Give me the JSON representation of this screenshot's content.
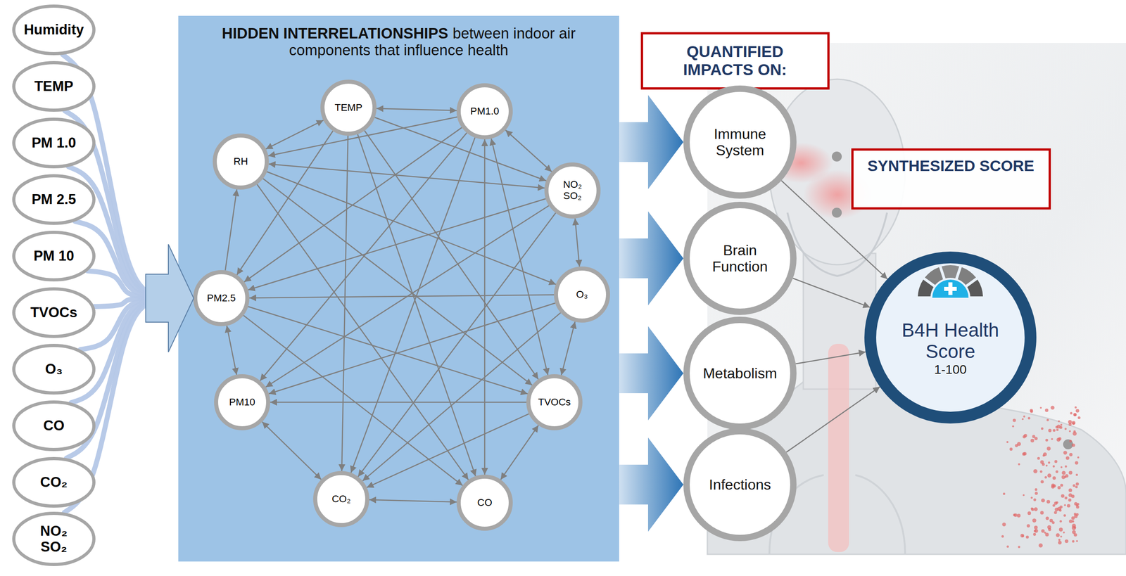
{
  "diagram": {
    "nodes": [
      {
        "text": [
          "Humidity"
        ]
      },
      {
        "text": [
          "TEMP"
        ]
      },
      {
        "text": [
          "PM 1.0"
        ]
      },
      {
        "text": [
          "PM 2.5"
        ]
      },
      {
        "text": [
          "PM 10"
        ]
      },
      {
        "text": [
          "TVOCs"
        ]
      },
      {
        "text": [
          "O₃"
        ]
      },
      {
        "text": [
          "CO"
        ]
      },
      {
        "text": [
          "CO₂"
        ]
      },
      {
        "text": [
          "NO₂ SO₂"
        ]
      },
      {
        "text": [
          "HIDDEN INTERRELATIONSHIPS",
          "between indoor air components that influence health"
        ]
      },
      {
        "text": [
          "TEMP"
        ],
        "in": 10
      },
      {
        "text": [
          "PM1.0"
        ],
        "in": 10
      },
      {
        "text": [
          "RH"
        ],
        "in": 10
      },
      {
        "text": [
          "NO₂ SO₂"
        ],
        "in": 10
      },
      {
        "text": [
          "PM2.5"
        ],
        "in": 10
      },
      {
        "text": [
          "O₃"
        ],
        "in": 10
      },
      {
        "text": [
          "PM10"
        ],
        "in": 10
      },
      {
        "text": [
          "TVOCs"
        ],
        "in": 10
      },
      {
        "text": [
          "CO₂"
        ],
        "in": 10
      },
      {
        "text": [
          "CO"
        ],
        "in": 10
      },
      {
        "text": [
          "QUANTIFIED IMPACTS ON:"
        ]
      },
      {
        "text": [
          "Immune System"
        ]
      },
      {
        "text": [
          "Brain Function"
        ]
      },
      {
        "text": [
          "Metabolism"
        ]
      },
      {
        "text": [
          "Infections"
        ]
      },
      {
        "text": [
          "SYNTHESIZED SCORE"
        ]
      },
      {
        "text": [
          "B4H Health Score",
          "1-100"
        ]
      }
    ],
    "edges": [
      {
        "from": 0,
        "to": 10,
        "arrow": "none"
      },
      {
        "from": 1,
        "to": 10,
        "arrow": "none"
      },
      {
        "from": 2,
        "to": 10,
        "arrow": "none"
      },
      {
        "from": 3,
        "to": 10,
        "arrow": "none"
      },
      {
        "from": 4,
        "to": 10,
        "arrow": "none"
      },
      {
        "from": 5,
        "to": 10,
        "arrow": "none"
      },
      {
        "from": 6,
        "to": 10,
        "arrow": "none"
      },
      {
        "from": 7,
        "to": 10,
        "arrow": "none"
      },
      {
        "from": 8,
        "to": 10,
        "arrow": "none"
      },
      {
        "from": 9,
        "to": 10,
        "arrow": "none"
      },
      {
        "from": 11,
        "to": 12,
        "arrow": "both"
      },
      {
        "from": 11,
        "to": 13,
        "arrow": "both"
      },
      {
        "from": 11,
        "to": 15,
        "arrow": "to"
      },
      {
        "from": 11,
        "to": 19,
        "arrow": "to"
      },
      {
        "from": 11,
        "to": 20,
        "arrow": "to"
      },
      {
        "from": 11,
        "to": 18,
        "arrow": "to"
      },
      {
        "from": 11,
        "to": 14,
        "arrow": "to"
      },
      {
        "from": 12,
        "to": 13,
        "arrow": "to"
      },
      {
        "from": 12,
        "to": 15,
        "arrow": "to"
      },
      {
        "from": 12,
        "to": 17,
        "arrow": "to"
      },
      {
        "from": 12,
        "to": 19,
        "arrow": "to"
      },
      {
        "from": 12,
        "to": 20,
        "arrow": "both"
      },
      {
        "from": 12,
        "to": 18,
        "arrow": "both"
      },
      {
        "from": 12,
        "to": 14,
        "arrow": "both"
      },
      {
        "from": 13,
        "to": 14,
        "arrow": "both"
      },
      {
        "from": 13,
        "to": 16,
        "arrow": "to"
      },
      {
        "from": 13,
        "to": 18,
        "arrow": "to"
      },
      {
        "from": 13,
        "to": 20,
        "arrow": "to"
      },
      {
        "from": 15,
        "to": 13,
        "arrow": "to"
      },
      {
        "from": 14,
        "to": 15,
        "arrow": "to"
      },
      {
        "from": 14,
        "to": 17,
        "arrow": "to"
      },
      {
        "from": 14,
        "to": 19,
        "arrow": "to"
      },
      {
        "from": 14,
        "to": 16,
        "arrow": "both"
      },
      {
        "from": 16,
        "to": 15,
        "arrow": "to"
      },
      {
        "from": 15,
        "to": 17,
        "arrow": "both"
      },
      {
        "from": 15,
        "to": 18,
        "arrow": "to"
      },
      {
        "from": 15,
        "to": 20,
        "arrow": "to"
      },
      {
        "from": 16,
        "to": 17,
        "arrow": "to"
      },
      {
        "from": 16,
        "to": 19,
        "arrow": "to"
      },
      {
        "from": 16,
        "to": 18,
        "arrow": "both"
      },
      {
        "from": 18,
        "to": 17,
        "arrow": "to"
      },
      {
        "from": 17,
        "to": 19,
        "arrow": "both"
      },
      {
        "from": 18,
        "to": 20,
        "arrow": "both"
      },
      {
        "from": 18,
        "to": 19,
        "arrow": "to"
      },
      {
        "from": 19,
        "to": 20,
        "arrow": "both"
      },
      {
        "from": 10,
        "to": 22,
        "arrow": "to"
      },
      {
        "from": 10,
        "to": 23,
        "arrow": "to"
      },
      {
        "from": 10,
        "to": 24,
        "arrow": "to"
      },
      {
        "from": 10,
        "to": 25,
        "arrow": "to"
      },
      {
        "from": 22,
        "to": 27,
        "arrow": "to"
      },
      {
        "from": 23,
        "to": 27,
        "arrow": "to"
      },
      {
        "from": 24,
        "to": 27,
        "arrow": "to"
      },
      {
        "from": 25,
        "to": 27,
        "arrow": "to"
      }
    ]
  }
}
